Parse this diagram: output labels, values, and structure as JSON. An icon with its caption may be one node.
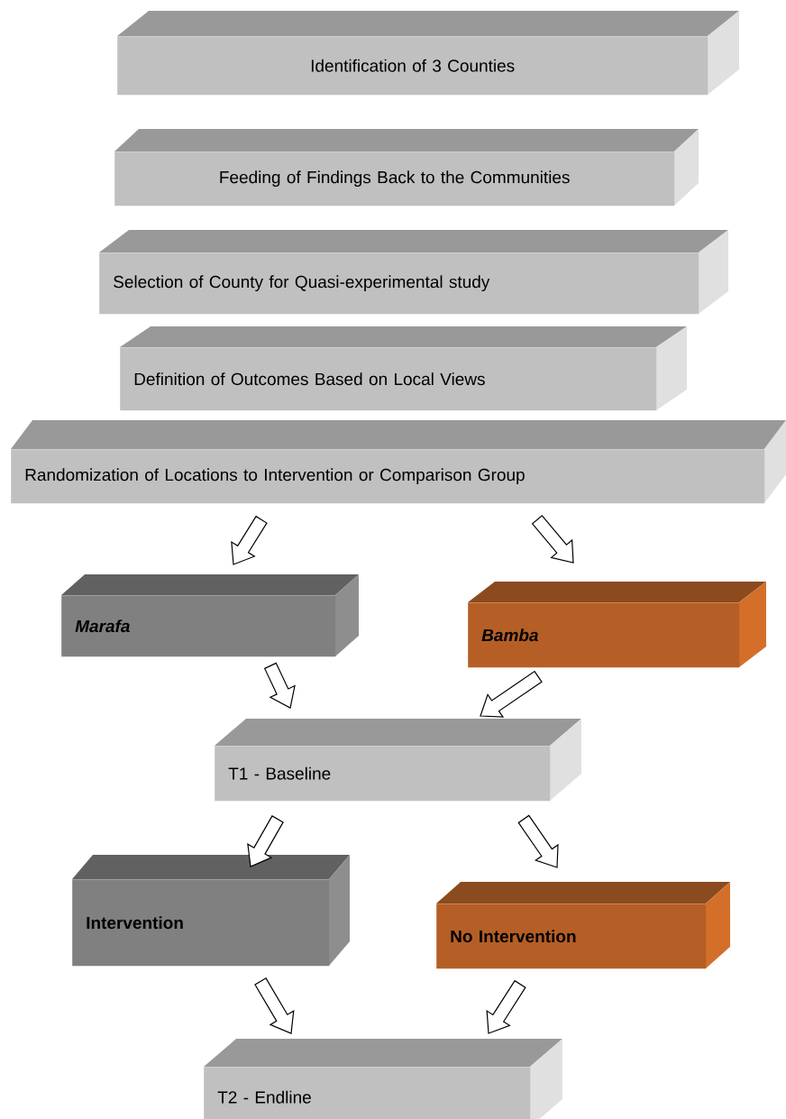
{
  "diagram": {
    "nodes": [
      {
        "text": [
          "Identification of 3 Counties"
        ]
      },
      {
        "text": [
          "Feeding of Findings Back to the Communities"
        ]
      },
      {
        "text": [
          "Selection of County for Quasi-experimental study"
        ]
      },
      {
        "text": [
          "Definition of Outcomes Based on Local Views"
        ]
      },
      {
        "text": [
          "Randomization of Locations to Intervention or Comparison Group"
        ]
      },
      {
        "text": [
          "Marafa"
        ]
      },
      {
        "text": [
          "Bamba"
        ]
      },
      {
        "text": [
          "T1 - Baseline"
        ]
      },
      {
        "text": [
          "Intervention"
        ]
      },
      {
        "text": [
          "No Intervention"
        ]
      },
      {
        "text": [
          "T2 - Endline"
        ]
      }
    ],
    "edges": [
      {
        "from": 4,
        "to": 5,
        "arrow": "to"
      },
      {
        "from": 4,
        "to": 6,
        "arrow": "to"
      },
      {
        "from": 5,
        "to": 7,
        "arrow": "to"
      },
      {
        "from": 6,
        "to": 7,
        "arrow": "to"
      },
      {
        "from": 7,
        "to": 8,
        "arrow": "to"
      },
      {
        "from": 7,
        "to": 9,
        "arrow": "to"
      },
      {
        "from": 8,
        "to": 10,
        "arrow": "to"
      },
      {
        "from": 9,
        "to": 10,
        "arrow": "to"
      }
    ]
  }
}
